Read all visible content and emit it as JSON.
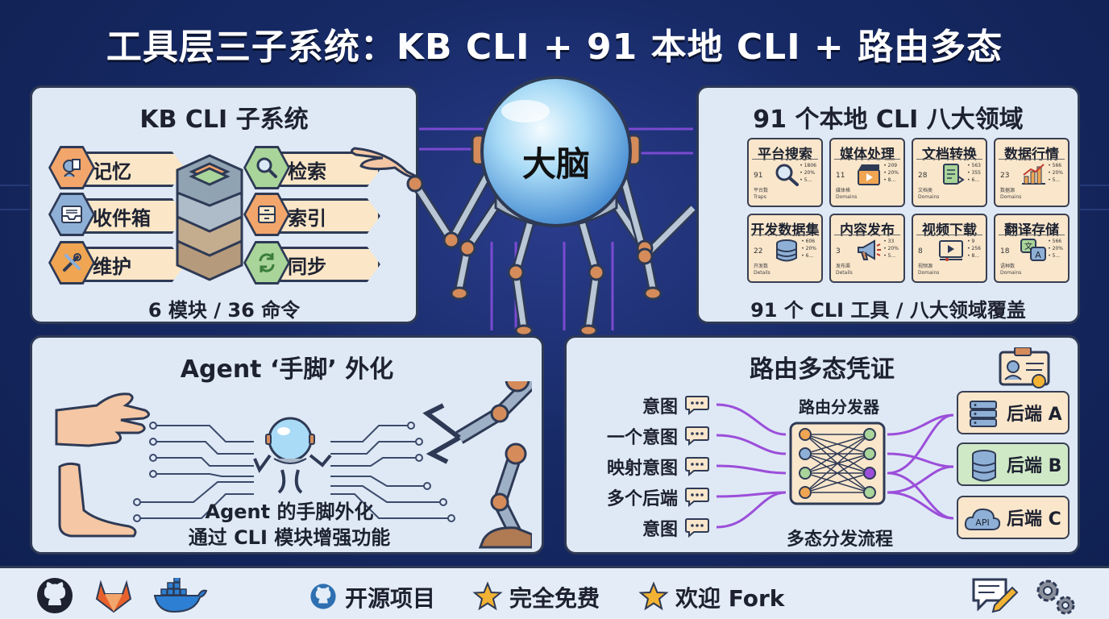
{
  "title": "工具层三子系统：KB CLI + 91 本地 CLI + 路由多态",
  "brain": {
    "label": "大脑"
  },
  "kb_panel": {
    "title": "KB CLI 子系统",
    "footer": "6 模块 / 36 命令",
    "left_items": [
      {
        "label": "记忆",
        "icon": "memory-card-icon",
        "color": "#f3a66b"
      },
      {
        "label": "收件箱",
        "icon": "inbox-tray-icon",
        "color": "#8fb0d6"
      },
      {
        "label": "维护",
        "icon": "wrench-screwdriver-icon",
        "color": "#f0a552"
      }
    ],
    "right_items": [
      {
        "label": "检索",
        "icon": "magnifier-icon",
        "color": "#a9d49a"
      },
      {
        "label": "索引",
        "icon": "file-cabinet-icon",
        "color": "#f3a66b"
      },
      {
        "label": "同步",
        "icon": "sync-arrows-icon",
        "color": "#a9d49a"
      }
    ]
  },
  "cli_panel": {
    "title": "91 个本地 CLI 八大领域",
    "footer": "91 个 CLI 工具 / 八大领域覆盖",
    "cards": [
      {
        "label": "平台搜索",
        "count": "91",
        "meta": [
          "• 1806",
          "• 20%",
          "• 5..."
        ],
        "sub": [
          "平台数",
          "Traps"
        ],
        "icon": "magnifier-icon"
      },
      {
        "label": "媒体处理",
        "count": "11",
        "meta": [
          "• 209",
          "• 20%",
          "• 8..."
        ],
        "sub": [
          "媒体格",
          "Domains"
        ],
        "icon": "video-clapper-icon"
      },
      {
        "label": "文档转换",
        "count": "28",
        "meta": [
          "• 563",
          "• 355",
          "• 6..."
        ],
        "sub": [
          "文档类",
          "Domains"
        ],
        "icon": "doc-convert-icon"
      },
      {
        "label": "数据行情",
        "count": "23",
        "meta": [
          "• 566",
          "• 20%",
          "• 5..."
        ],
        "sub": [
          "数据源",
          "Domains"
        ],
        "icon": "bar-chart-icon"
      },
      {
        "label": "开发数据集",
        "count": "22",
        "meta": [
          "• 606",
          "• 20%",
          "• 6..."
        ],
        "sub": [
          "开发数",
          "Details"
        ],
        "icon": "database-icon"
      },
      {
        "label": "内容发布",
        "count": "3",
        "meta": [
          "• 33",
          "• 20%",
          "• 5..."
        ],
        "sub": [
          "发布渠",
          "Details"
        ],
        "icon": "megaphone-icon"
      },
      {
        "label": "视频下载",
        "count": "8",
        "meta": [
          "• 9",
          "• 256",
          "• 8..."
        ],
        "sub": [
          "视频源",
          "Domains"
        ],
        "icon": "video-player-icon"
      },
      {
        "label": "翻译存储",
        "count": "18",
        "meta": [
          "• 566",
          "• 20%",
          "• 5..."
        ],
        "sub": [
          "语种数",
          "Domains"
        ],
        "icon": "translate-icon"
      }
    ]
  },
  "agent_panel": {
    "title": "Agent ‘手脚’ 外化",
    "caption_line1": "Agent 的手脚外化",
    "caption_line2": "通过 CLI 模块增强功能"
  },
  "route_panel": {
    "title": "路由多态凭证",
    "dispatcher_label": "路由分发器",
    "flow_label": "多态分发流程",
    "intents": [
      "意图",
      "一个意图",
      "映射意图",
      "多个后端",
      "意图"
    ],
    "backends": [
      {
        "label": "后端 A",
        "icon": "server-rack-icon",
        "color": "#f9e6cb"
      },
      {
        "label": "后端 B",
        "icon": "database-icon",
        "color": "#cfe9c7"
      },
      {
        "label": "后端 C",
        "icon": "api-cloud-icon",
        "color": "#f9e6cb",
        "badge": "API"
      }
    ],
    "line_color": "#9b4fd9"
  },
  "footer": {
    "icons_left": [
      "github-icon",
      "gitlab-icon",
      "docker-icon"
    ],
    "items": [
      {
        "label": "开源项目",
        "icon": "github-icon"
      },
      {
        "label": "完全免费",
        "icon": "star-icon"
      },
      {
        "label": "欢迎 Fork",
        "icon": "star-icon"
      }
    ],
    "icons_right": [
      "chat-edit-icon",
      "gears-icon"
    ]
  },
  "colors": {
    "background": "#172a66",
    "panel": "#dfe9f6",
    "card": "#f9e6cb",
    "accent_purple": "#9b4fd9",
    "star": "#f2b233"
  }
}
